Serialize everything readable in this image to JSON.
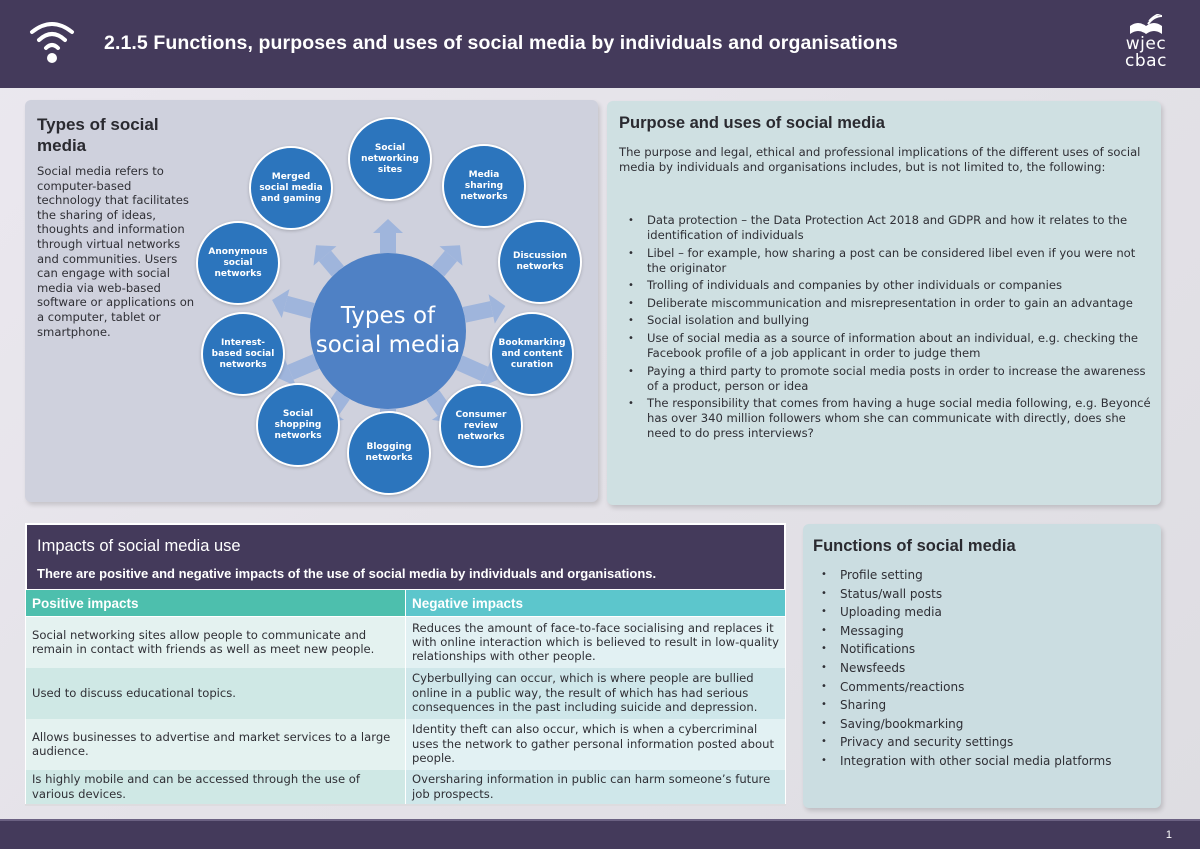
{
  "header": {
    "title": "2.1.5 Functions, purposes and uses of social media by individuals and organisations",
    "icon": "wifi-icon",
    "logo": {
      "line1": "wjec",
      "line2": "cbac",
      "icon": "open-book-icon"
    }
  },
  "types_panel": {
    "title": "Types of social media",
    "description": "Social media refers to computer-based technology that facilitates the sharing of ideas, thoughts and information through virtual networks and communities. Users can engage with social media via web-based software or applications on a computer, tablet or smartphone.",
    "diagram": {
      "hub": "Types of social media",
      "nodes": [
        "Social networking sites",
        "Media sharing networks",
        "Discussion networks",
        "Bookmarking and content curation",
        "Consumer review networks",
        "Blogging networks",
        "Social shopping networks",
        "Interest-based social networks",
        "Anonymous social networks",
        "Merged social media and gaming"
      ],
      "colors": {
        "hub": "#4f81c5",
        "node": "#2c75bd",
        "arrow": "#9fb5dc"
      }
    }
  },
  "purpose_panel": {
    "title": "Purpose and uses of social media",
    "intro": "The purpose and legal, ethical and professional implications of the different uses of social media by individuals and organisations includes, but is not limited to, the following:",
    "items": [
      "Data protection – the Data Protection Act 2018 and GDPR and how it relates to the identification of individuals",
      "Libel – for example, how sharing a post can be considered libel even if you were not the originator",
      "Trolling of individuals and companies by other individuals or companies",
      "Deliberate miscommunication and misrepresentation in order to gain an advantage",
      "Social isolation and bullying",
      "Use of social media as a source of information about an individual, e.g. checking the Facebook profile of a job applicant in order to judge them",
      "Paying a third party to promote social media posts in order to increase the awareness of a product, person or idea",
      "The responsibility that comes from having a huge social media following, e.g. Beyoncé has over 340 million followers whom she can communicate with directly, does she need to do press interviews?"
    ]
  },
  "impacts": {
    "title": "Impacts of social media use",
    "subtitle": "There are positive and negative impacts of the use of social media by individuals and organisations.",
    "columns": [
      "Positive impacts",
      "Negative impacts"
    ],
    "rows": [
      [
        "Social networking sites allow people to communicate and remain in contact with friends as well as meet new people.",
        "Reduces the amount of face-to-face socialising and replaces it with online interaction which is believed to result in low-quality relationships with other people."
      ],
      [
        "Used to discuss educational topics.",
        "Cyberbullying can occur, which is where people are bullied online in a public way, the result of which has had serious consequences in the past including suicide and depression."
      ],
      [
        "Allows businesses to advertise and market services to a large audience.",
        "Identity theft can also occur, which is when a cybercriminal uses the network to gather personal information posted about people."
      ],
      [
        "Is highly mobile and can be accessed through the use of various devices.",
        "Oversharing information in public can harm someone’s future job prospects."
      ]
    ],
    "colors": {
      "header_bg": "#443a5b",
      "positive": "#4dbfad",
      "negative": "#5cc6cc"
    }
  },
  "functions_panel": {
    "title": "Functions of social media",
    "items": [
      "Profile setting",
      "Status/wall posts",
      "Uploading media",
      "Messaging",
      "Notifications",
      "Newsfeeds",
      "Comments/reactions",
      "Sharing",
      "Saving/bookmarking",
      "Privacy and security settings",
      "Integration with other social media platforms"
    ]
  },
  "footer": {
    "page_number": "1"
  },
  "theme": {
    "primary": "#443a5b"
  }
}
